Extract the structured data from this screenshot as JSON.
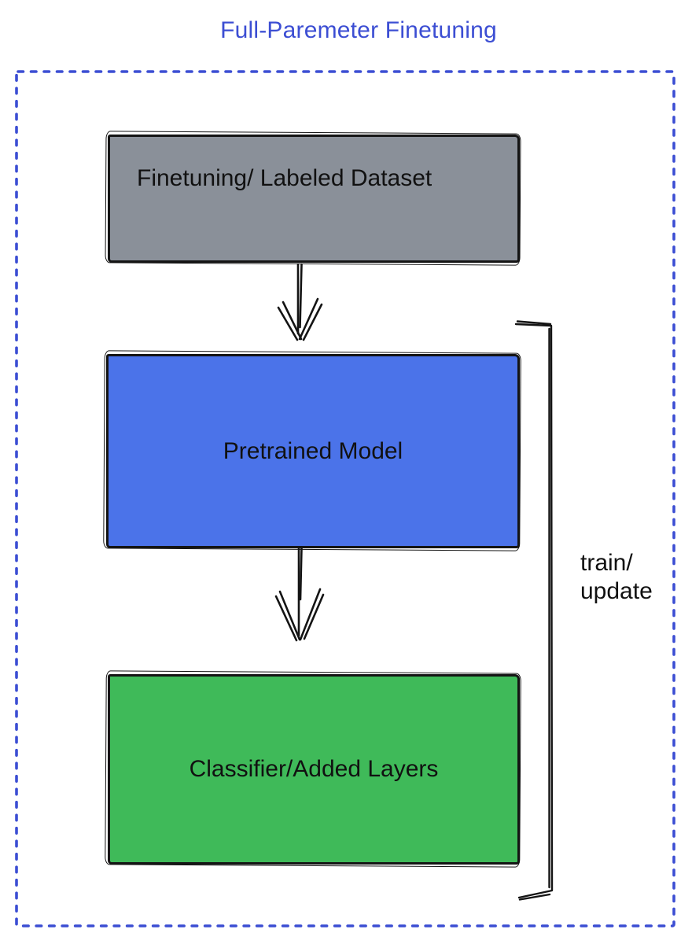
{
  "title": "Full-Paremeter Finetuning",
  "colors": {
    "accent": "#3c4ed3",
    "ink": "#141414",
    "node_dataset": "#8a9099",
    "node_pretrained": "#4b73e9",
    "node_classifier": "#3fba59"
  },
  "diagram": {
    "type": "flowchart",
    "nodes": [
      {
        "id": "finetuning-dataset",
        "label": "Finetuning/ Labeled Dataset",
        "color": "#8a9099"
      },
      {
        "id": "pretrained-model",
        "label": "Pretrained Model",
        "color": "#4b73e9"
      },
      {
        "id": "classifier-added-layers",
        "label": "Classifier/Added Layers",
        "color": "#3fba59"
      }
    ],
    "edges": [
      {
        "from": "finetuning-dataset",
        "to": "pretrained-model",
        "style": "sketch-arrow-down"
      },
      {
        "from": "pretrained-model",
        "to": "classifier-added-layers",
        "style": "sketch-arrow-down"
      }
    ],
    "bracket": {
      "label_lines": [
        "train/",
        "update"
      ]
    }
  }
}
